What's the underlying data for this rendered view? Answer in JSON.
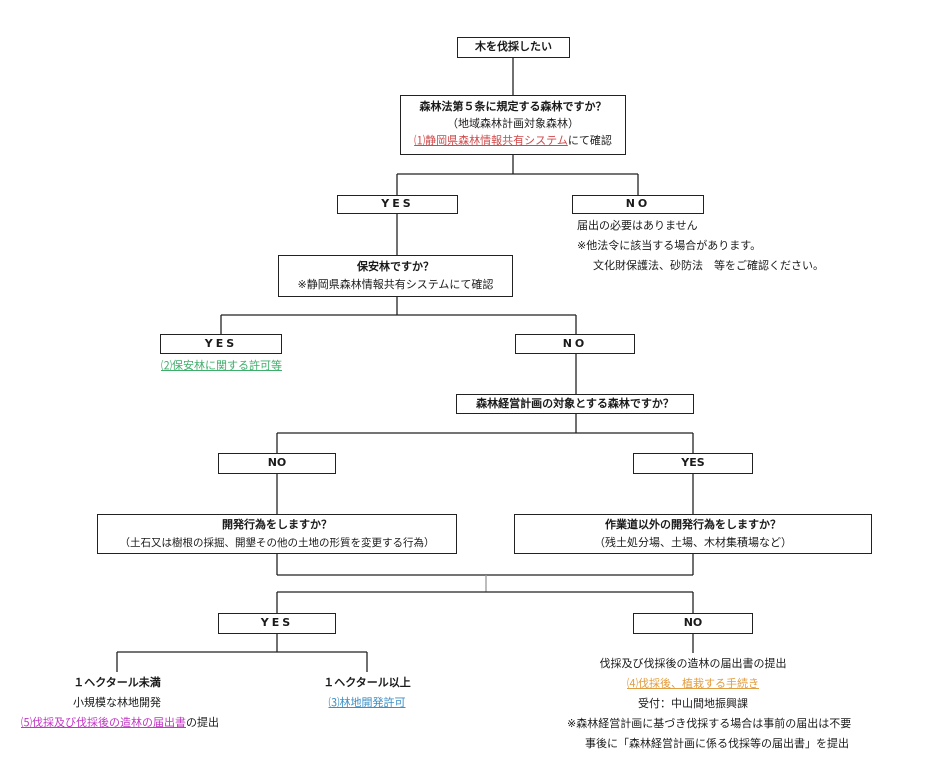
{
  "start": {
    "label": "木を伐採したい"
  },
  "q1": {
    "title": "森林法第５条に規定する森林ですか？",
    "note": "（地域森林計画対象森林）",
    "link": "⑴静岡県森林情報共有システム",
    "link_suffix": "にて確認"
  },
  "q1_yes": {
    "label": "YES"
  },
  "q1_no": {
    "label": "NO",
    "lines": [
      "届出の必要はありません",
      "※他法令に該当する場合があります。",
      "文化財保護法、砂防法　等をご確認ください。"
    ]
  },
  "q2": {
    "title": "保安林ですか？",
    "note": "※静岡県森林情報共有システムにて確認"
  },
  "q2_yes": {
    "label": "YES",
    "link": "⑵保安林に関する許可等"
  },
  "q2_no": {
    "label": "NO"
  },
  "q3": {
    "title": "森林経営計画の対象とする森林ですか？"
  },
  "q3_no": {
    "label": "NO"
  },
  "q3_yes": {
    "label": "YES"
  },
  "q4a": {
    "title": "開発行為をしますか？",
    "note": "（土石又は樹根の採掘、開墾その他の土地の形質を変更する行為）"
  },
  "q4b": {
    "title": "作業道以外の開発行為をしますか？",
    "note": "（残土処分場、土場、木材集積場など）"
  },
  "q5_yes": {
    "label": "YES"
  },
  "q5_no": {
    "label": "NO",
    "line1": "伐採及び伐採後の造林の届出書の提出",
    "link": "⑷伐採後、植栽する手続き",
    "line3": "受付：中山間地振興課",
    "line4": "※森林経営計画に基づき伐採する場合は事前の届出は不要",
    "line5": "事後に「森林経営計画に係る伐採等の届出書」を提出"
  },
  "small": {
    "title": "１ヘクタール未満",
    "sub": "小規模な林地開発",
    "link": "⑸伐採及び伐採後の造林の届出書",
    "link_suffix": "の提出"
  },
  "large": {
    "title": "１ヘクタール以上",
    "link": "⑶林地開発許可"
  },
  "colors": {
    "link_red": "#d04a4a",
    "link_green": "#3fae6b",
    "link_purple": "#c335c6",
    "link_blue": "#3c8fc6",
    "link_orange": "#e19d3f"
  }
}
